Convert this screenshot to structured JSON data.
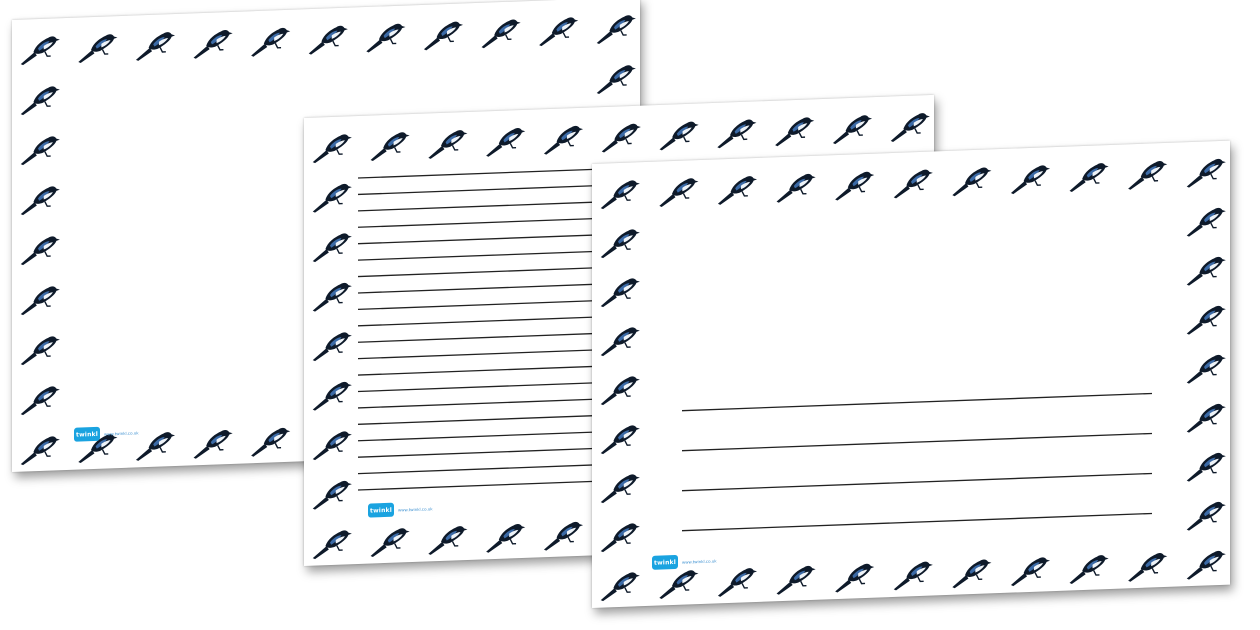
{
  "sheets": [
    {
      "name": "blank-landscape-page",
      "ruled_lines": 0,
      "logo": {
        "mark": "twinkl",
        "line1": "www.twinkl.co.uk",
        "line2": ""
      }
    },
    {
      "name": "fully-lined-landscape-page",
      "ruled_lines": 20,
      "logo": {
        "mark": "twinkl",
        "line1": "www.twinkl.co.uk",
        "line2": ""
      }
    },
    {
      "name": "picture-and-writing-landscape-page",
      "ruled_lines": 4,
      "logo": {
        "mark": "twinkl",
        "line1": "www.twinkl.co.uk",
        "line2": ""
      }
    }
  ],
  "border_motif": "magpie-icon",
  "colors": {
    "bird_body": "#0e1a2a",
    "bird_wing": "#3b6aa6",
    "bird_white": "#eef3f8",
    "rule_line": "#222222",
    "brand_blue": "#1aa3e0"
  }
}
